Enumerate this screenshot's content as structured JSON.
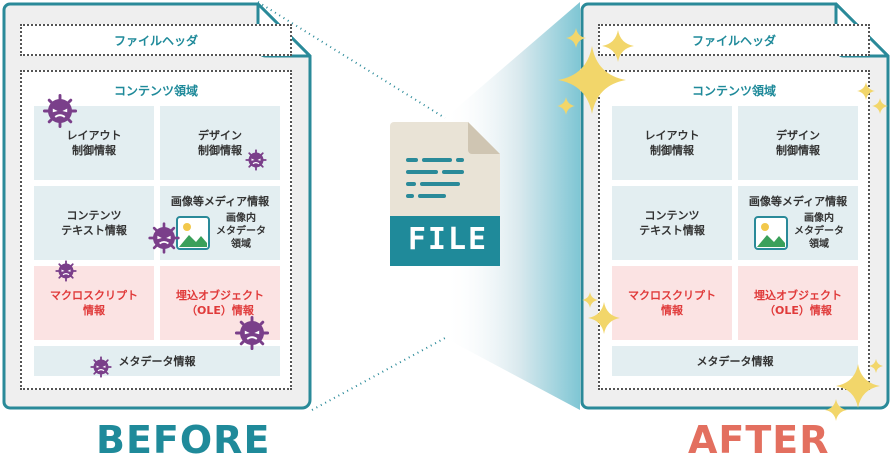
{
  "labels": {
    "before": "BEFORE",
    "after": "AFTER",
    "file": "FILE"
  },
  "colors": {
    "teal": "#1f8a9a",
    "red": "#e03a3a",
    "virus": "#7a3f8a",
    "sparkle": "#f2d66a",
    "after_label": "#e36f5f"
  },
  "document": {
    "file_header": "ファイルヘッダ",
    "content_area": "コンテンツ領域",
    "layout_control": "レイアウト\n制御情報",
    "design_control": "デザイン\n制御情報",
    "content_text": "コンテンツ\nテキスト情報",
    "media_info": "画像等メディア情報",
    "image_meta": "画像内\nメタデータ\n領域",
    "macro_script": "マクロスクリプト\n情報",
    "embedded_object": "埋込オブジェクト\n（OLE）情報",
    "metadata": "メタデータ情報"
  }
}
